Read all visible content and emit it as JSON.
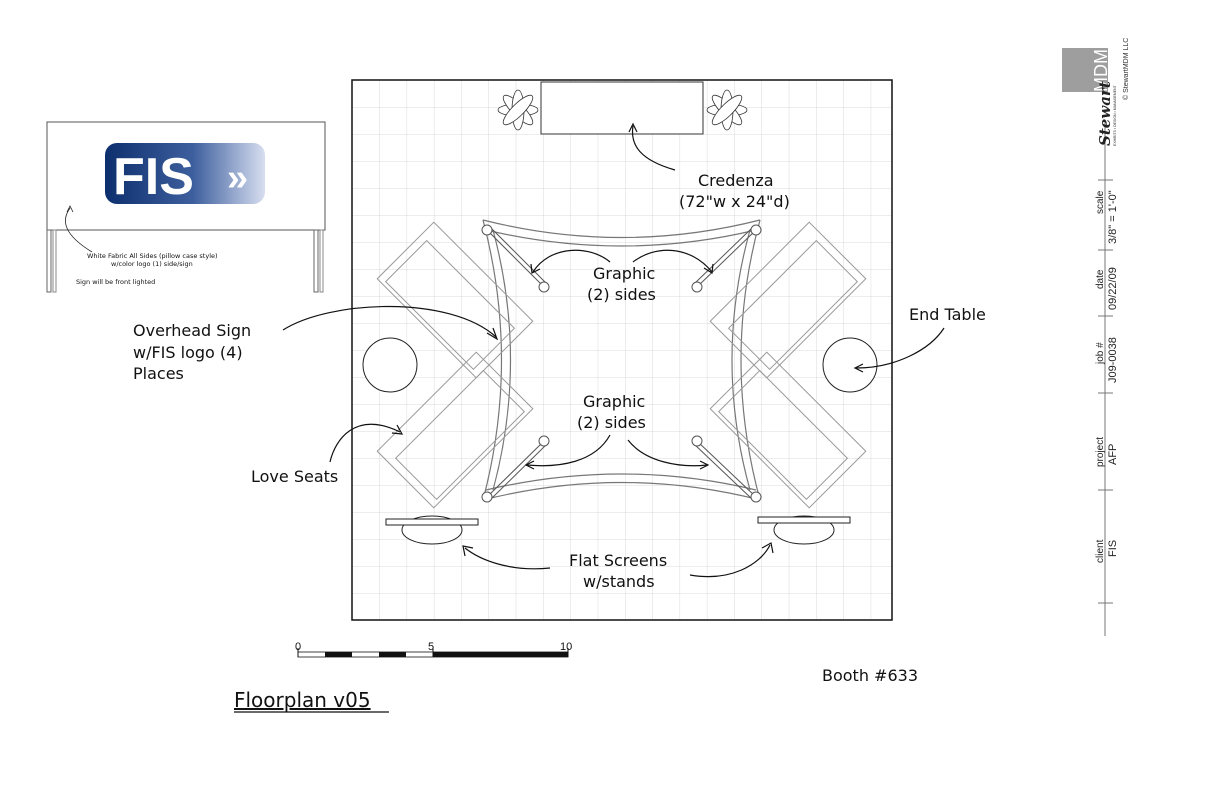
{
  "title": "Floorplan v05",
  "booth": "Booth #633",
  "sign_preview": {
    "logo_text": "FIS",
    "logo_arrows": "»",
    "note_line1": "White Fabric All Sides (pillow case style)",
    "note_line2": "w/color logo (1) side/sign",
    "note_line3": "Sign will be front lighted"
  },
  "labels": {
    "credenza_1": "Credenza",
    "credenza_2": "(72\"w x 24\"d)",
    "graphic_top_1": "Graphic",
    "graphic_top_2": "(2) sides",
    "graphic_mid_1": "Graphic",
    "graphic_mid_2": "(2) sides",
    "end_table": "End Table",
    "overhead_1": "Overhead Sign",
    "overhead_2": "w/FIS logo (4)",
    "overhead_3": "Places",
    "love_seats": "Love Seats",
    "flat_1": "Flat Screens",
    "flat_2": "w/stands"
  },
  "scale_bar": {
    "t0": "0",
    "t5": "5",
    "t10": "10"
  },
  "title_block": {
    "brand": "Stewart",
    "brand_box": "MDM",
    "tagline": "EXHIBITS • DESIGN • MANAGEMENT",
    "copyright": "© StewartMDM LLC",
    "fields": [
      {
        "label": "scale",
        "value": "3/8\" = 1'-0\""
      },
      {
        "label": "date",
        "value": "09/22/09"
      },
      {
        "label": "job #",
        "value": "J09-0038"
      },
      {
        "label": "project",
        "value": "AFP"
      },
      {
        "label": "client",
        "value": "FIS"
      }
    ]
  },
  "colors": {
    "logo_dark": "#0d2f6e",
    "logo_light": "#d7def0",
    "grid": "#cfcfcf",
    "tb_box": "#9e9e9e"
  }
}
